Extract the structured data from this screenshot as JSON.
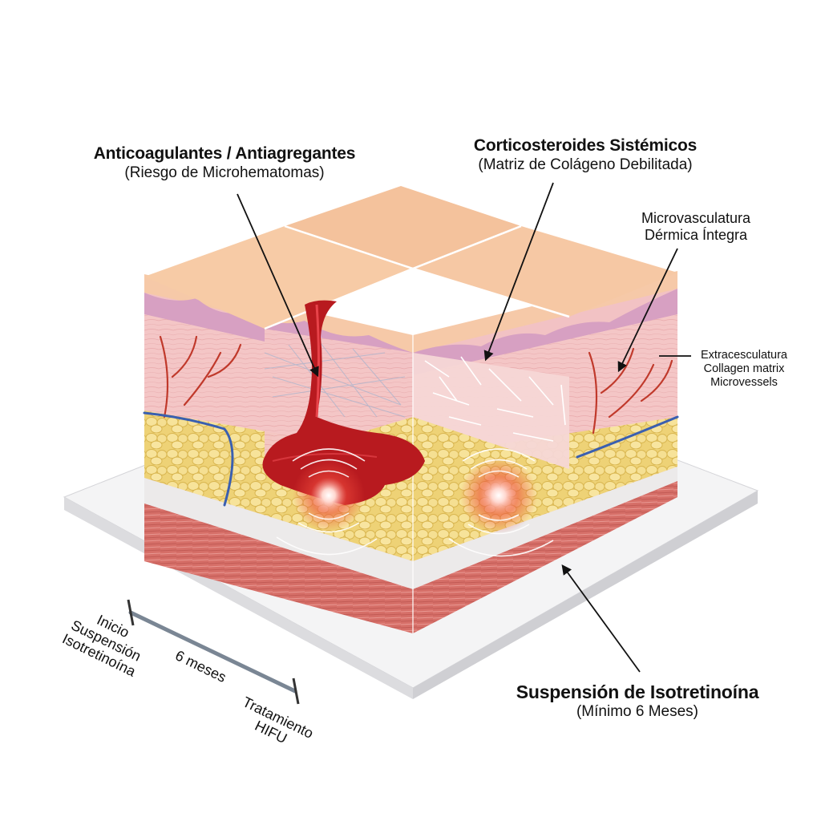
{
  "labels": {
    "anticoag": {
      "title": "Anticoagulantes / Antiagregantes",
      "subtitle": "(Riesgo de Microhematomas)"
    },
    "cortico": {
      "title": "Corticosteroides Sistémicos",
      "subtitle": "(Matriz de Colágeno Debilitada)"
    },
    "microvasc": {
      "line1": "Microvasculatura",
      "line2": "Dérmica Íntegra"
    },
    "side_legend": [
      "Extracesculatura",
      "Collagen matrix",
      "Microvessels"
    ],
    "isotretinoin": {
      "title": "Suspensión de Isotretinoína",
      "subtitle": "(Mínimo 6 Meses)"
    }
  },
  "timeline": {
    "start": [
      "Inicio",
      "Suspensión",
      "Isotretinoína"
    ],
    "duration": "6 meses",
    "end": [
      "Tratamiento",
      "HIFU"
    ]
  },
  "colors": {
    "epidermis": "#f6c9a8",
    "dermis": "#f3c3c4",
    "fat": "#efd77a",
    "muscle": "#d9716b",
    "blood": "#b81a1f",
    "vessel_red": "#c0392b",
    "vessel_blue": "#3a5fb0",
    "hifu_glow": "#ef4a3c"
  }
}
